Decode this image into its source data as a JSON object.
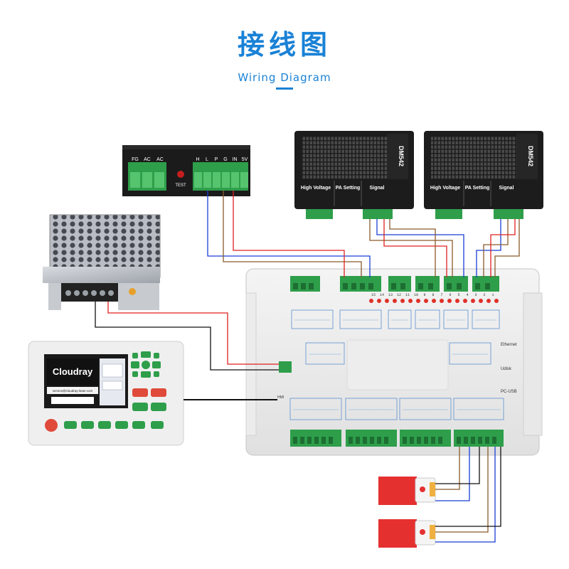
{
  "header": {
    "title_cn": "接线图",
    "title_en": "Wiring Diagram"
  },
  "laser_psu": {
    "left_terminal_labels": [
      "FG",
      "AC",
      "AC"
    ],
    "right_terminal_labels": [
      "H",
      "L",
      "P",
      "G",
      "IN",
      "5V"
    ],
    "test_label": "TEST"
  },
  "drivers": [
    {
      "model": "DM542",
      "sections": [
        "High Voltage",
        "PA Setting",
        "Signal"
      ]
    },
    {
      "model": "DM542",
      "sections": [
        "High Voltage",
        "PA Setting",
        "Signal"
      ]
    }
  ],
  "panel": {
    "brand": "Cloudray",
    "email": "service@cloudray-laser.com"
  },
  "controller": {
    "side_labels": [
      "Ethernet",
      "Udisk",
      "PC-USB"
    ],
    "pin_numbers": [
      "15",
      "14",
      "13",
      "12",
      "11",
      "10",
      "9",
      "8",
      "7",
      "6",
      "5",
      "4",
      "3",
      "2",
      "1"
    ],
    "hmi_label": "HMI"
  },
  "colors": {
    "accent": "#1a82d6",
    "wire_red": "#e02020",
    "wire_blue": "#1a3fd6",
    "wire_brown": "#8a5a2b",
    "wire_black": "#111111",
    "terminal_green": "#2e9e4a"
  }
}
